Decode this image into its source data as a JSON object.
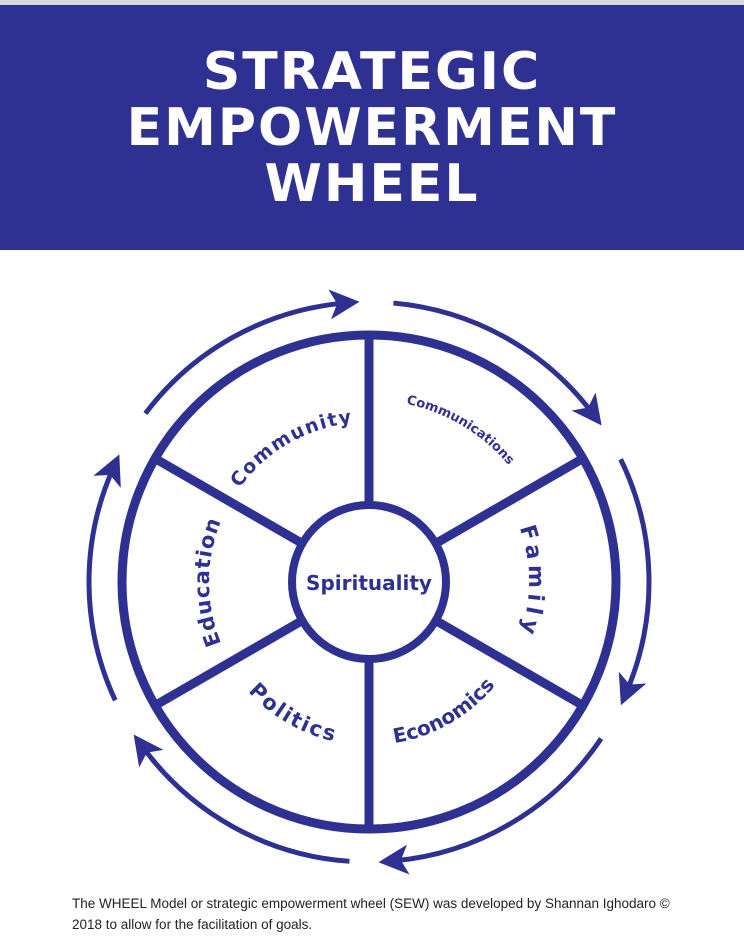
{
  "header": {
    "title_lines": [
      "STRATEGIC",
      "EMPOWERMENT",
      "WHEEL"
    ]
  },
  "wheel": {
    "center": "Spirituality",
    "segments": {
      "community": "Community",
      "communications": "Communications",
      "family": "Family",
      "economics": "Economics",
      "politics": "Politics",
      "education": "Education"
    },
    "color": "#2e3192"
  },
  "caption": "The WHEEL Model or strategic empowerment wheel (SEW) was developed by Shannan Ighodaro © 2018 to allow for the facilitation of goals."
}
